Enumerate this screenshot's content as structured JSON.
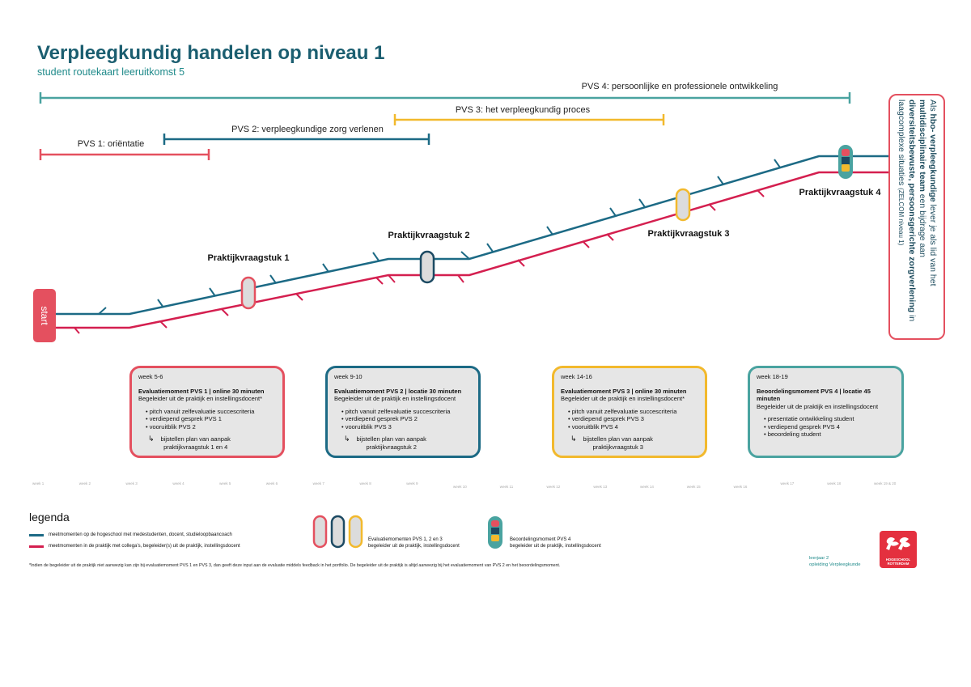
{
  "header": {
    "title": "Verpleegkundig handelen op niveau 1",
    "subtitle": "student routekaart leeruitkomst 5"
  },
  "pvs_bars": [
    {
      "label": "PVS 4: persoonlijke en professionele ontwikkeling",
      "color": "#4aa3a0"
    },
    {
      "label": "PVS 3: het verpleegkundig proces",
      "color": "#f2b92d"
    },
    {
      "label": "PVS 2: verpleegkundige zorg verlenen",
      "color": "#1c6a85"
    },
    {
      "label": "PVS 1: oriëntatie",
      "color": "#e4505f"
    }
  ],
  "start_label": "start",
  "milestones": [
    {
      "label": "Praktijkvraagstuk 1",
      "color": "#e4505f"
    },
    {
      "label": "Praktijkvraagstuk 2",
      "color": "#1c4a63"
    },
    {
      "label": "Praktijkvraagstuk 3",
      "color": "#f2b92d"
    },
    {
      "label": "Praktijkvraagstuk 4",
      "color": "#4aa3a0"
    }
  ],
  "goal": {
    "p1": "Als ",
    "b1": "hbo- verpleegkundige",
    "p2": " lever je als lid van het ",
    "b2": "multidisciplinaire team",
    "p3": " een bijdrage aan ",
    "b3": "diversiteitsbewuste, persoonsgerichte zorgverlening",
    "p4": " in laagcomplexe situaties ",
    "small": "(ZELCOM niveau 1)"
  },
  "cards": [
    {
      "color": "#e4505f",
      "week": "week 5-6",
      "heading": "Evaluatiemoment  PVS 1 | online 30 minuten",
      "sub": "Begeleider uit de praktijk en instellingsdocent*",
      "items": [
        "pitch vanuit zelfevaluatie succescriteria",
        "verdiepend gesprek PVS 1",
        "vooruitblik PVS 2"
      ],
      "arrow": "bijstellen plan van aanpak\npraktijkvraagstuk 1 en 4"
    },
    {
      "color": "#1c6a85",
      "week": "week 9-10",
      "heading": "Evaluatiemoment  PVS 2 | locatie 30 minuten",
      "sub": "Begeleider uit de praktijk en instellingsdocent",
      "items": [
        "pitch vanuit zelfevaluatie succescriteria",
        "verdiepend gesprek PVS 2",
        "vooruitblik PVS 3"
      ],
      "arrow": "bijstellen plan van aanpak\npraktijkvraagstuk 2"
    },
    {
      "color": "#f2b92d",
      "week": "week 14-16",
      "heading": "Evaluatiemoment  PVS 3 | online 30 minuten",
      "sub": "Begeleider uit de praktijk en instellingsdocent*",
      "items": [
        "pitch vanuit zelfevaluatie succescriteria",
        "verdiepend gesprek PVS 3",
        "vooruitblik PVS 4"
      ],
      "arrow": "bijstellen plan van aanpak\npraktijkvraagstuk 3"
    },
    {
      "color": "#4aa3a0",
      "week": "week 18-19",
      "heading": "Beoordelingsmoment  PVS 4 | locatie 45 minuten",
      "sub": "Begeleider uit de praktijk en instellingsdocent",
      "items": [
        "presentatie ontwikkeling student",
        "verdiepend gesprek PVS 4",
        "beoordeling student"
      ],
      "arrow": ""
    }
  ],
  "weeks": [
    "week 1",
    "week 2",
    "week 3",
    "week 4",
    "week 5",
    "week 6",
    "week 7",
    "week 8",
    "week 9",
    "week 10",
    "week 11",
    "week 12",
    "week 13",
    "week 14",
    "week 15",
    "week 16",
    "week 17",
    "week 18",
    "week 19 & 20"
  ],
  "legend": {
    "title": "legenda",
    "line_school": "meetmomenten op de hogeschool met medestudenten, docent, studieloopbaancoach",
    "line_school_color": "#1c6a85",
    "line_practice": "meetmomenten in de praktijk met collega’s, begeleider(s) uit de praktijk, instellingsdocent",
    "line_practice_color": "#d41f4f",
    "eval_label_1": "Evaluatiemomenten PVS 1, 2 en 3",
    "eval_label_2": "begeleider uit de praktijk, instellingsdocent",
    "beoord_label_1": "Beoordelingsmoment PVS 4",
    "beoord_label_2": "begeleider uit de praktijk, instellingsdocent"
  },
  "footnote": "*Indien de begeleider uit de praktijk niet aanwezig kan zijn bij evaluatiemoment PVS 1 en PVS 3, dan geeft deze input aan de evaluatie middels feedback in het portfolio. De begeleider uit de praktijk is altijd aanwezig bij het evaluatiemoment van PVS 2 en het beoordelingsmoment.",
  "footer": {
    "line1": "leerjaar 2",
    "line2": "opleiding Verpleegkunde"
  },
  "logo": {
    "line1": "HOGESCHOOL",
    "line2": "ROTTERDAM"
  }
}
